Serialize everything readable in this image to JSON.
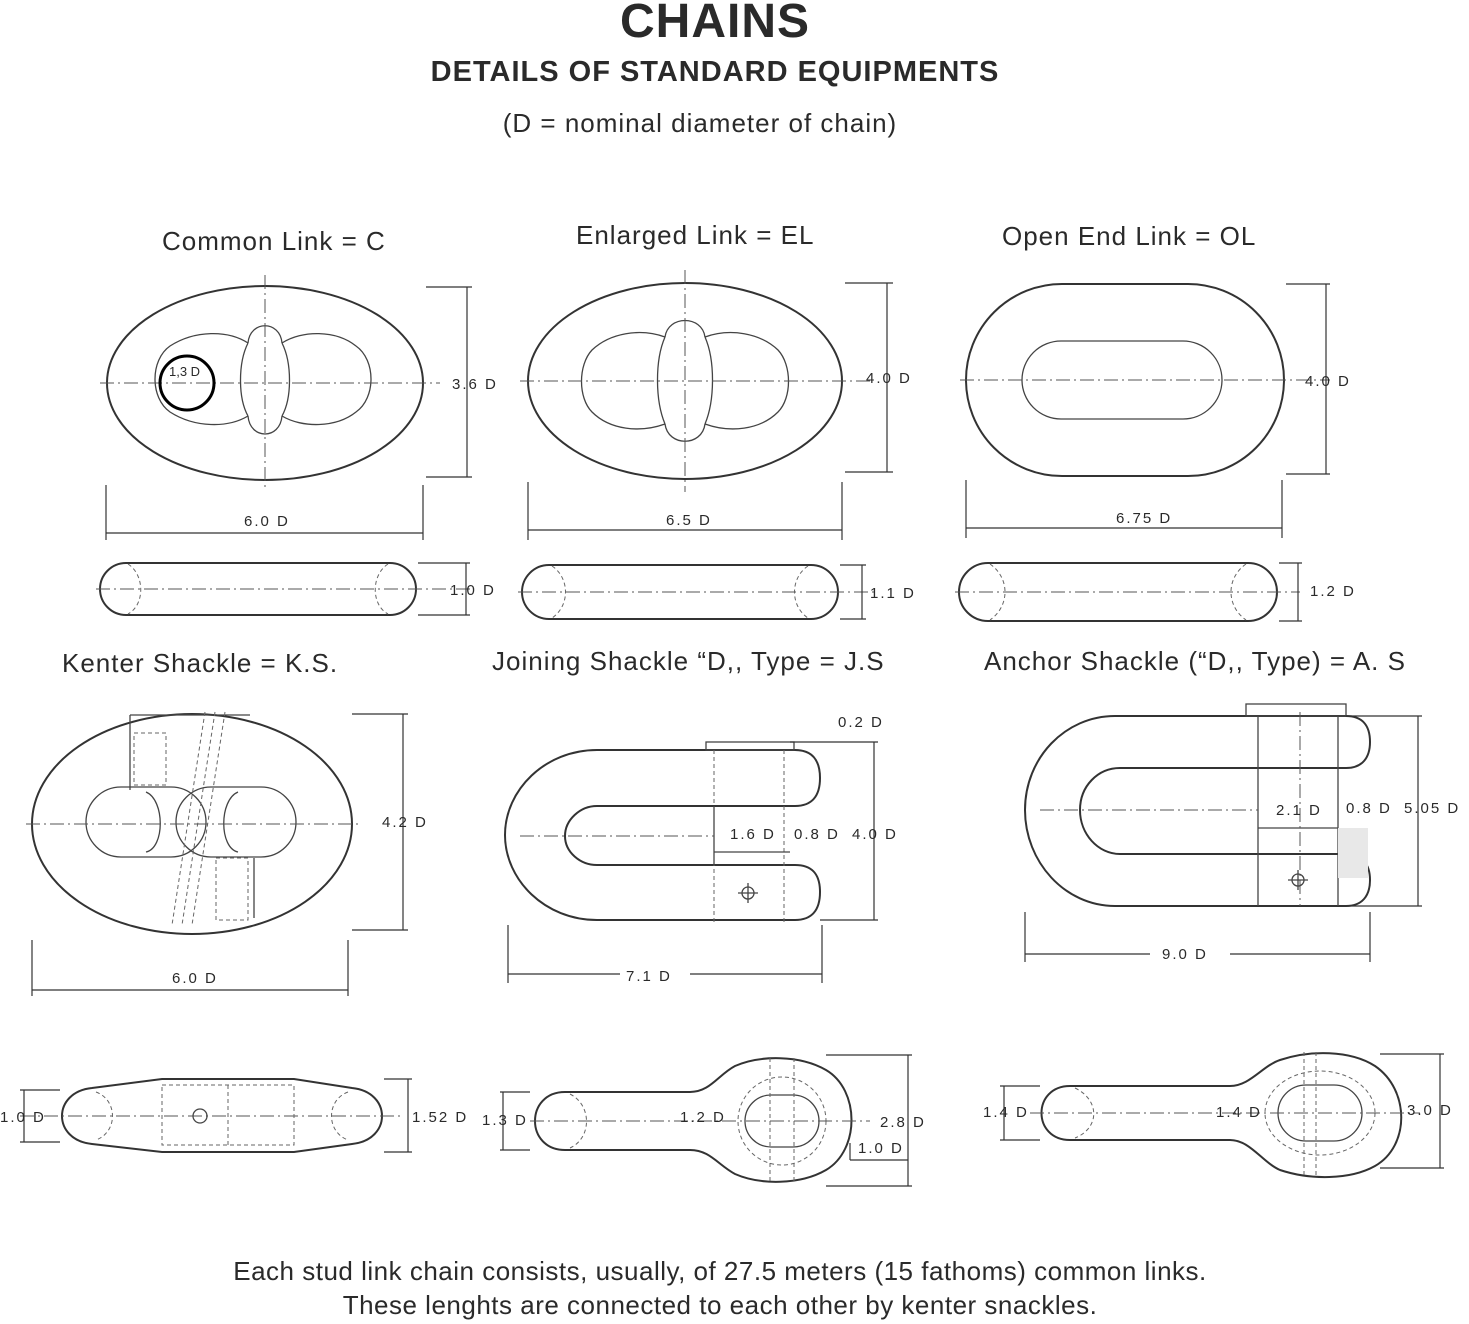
{
  "header": {
    "title": "CHAINS",
    "subtitle": "DETAILS OF STANDARD EQUIPMENTS",
    "note": "(D = nominal diameter of chain)"
  },
  "items": {
    "common_link": {
      "caption": "Common Link = C",
      "stud_dim": "1,3 D",
      "height_dim": "3.6 D",
      "length_dim": "6.0 D",
      "side_dim": "1.0 D"
    },
    "enlarged_link": {
      "caption": "Enlarged Link = EL",
      "height_dim": "4.0 D",
      "length_dim": "6.5 D",
      "side_dim": "1.1 D"
    },
    "open_end_link": {
      "caption": "Open End Link = OL",
      "height_dim": "4.0 D",
      "length_dim": "6.75 D",
      "side_dim": "1.2 D"
    },
    "kenter_shackle": {
      "caption": "Kenter Shackle = K.S.",
      "height_dim": "4.2 D",
      "length_dim": "6.0 D",
      "side_left_dim": "1.0 D",
      "side_right_dim": "1.52 D"
    },
    "joining_shackle": {
      "caption": "Joining Shackle “D,, Type = J.S",
      "top_dim": "0.2 D",
      "inner_dim": "1.6 D",
      "pin_dim": "0.8 D",
      "height_dim": "4.0 D",
      "length_dim": "7.1 D",
      "side_left_dim": "1.3 D",
      "side_mid_dim": "1.2 D",
      "side_height_dim": "2.8 D",
      "side_pin_dim": "1.0 D"
    },
    "anchor_shackle": {
      "caption": "Anchor Shackle (“D,, Type) = A. S",
      "inner_dim": "2.1 D",
      "pin_dim": "0.8 D",
      "height_dim": "5.05 D",
      "length_dim": "9.0 D",
      "side_left_dim": "1.4 D",
      "side_mid_dim": "1.4 D",
      "side_height_dim": "3.0 D"
    }
  },
  "footer": {
    "line1": "Each stud link chain consists, usually, of 27.5 meters (15 fathoms) common links.",
    "line2": "These lenghts are connected to each other by kenter snackles."
  }
}
